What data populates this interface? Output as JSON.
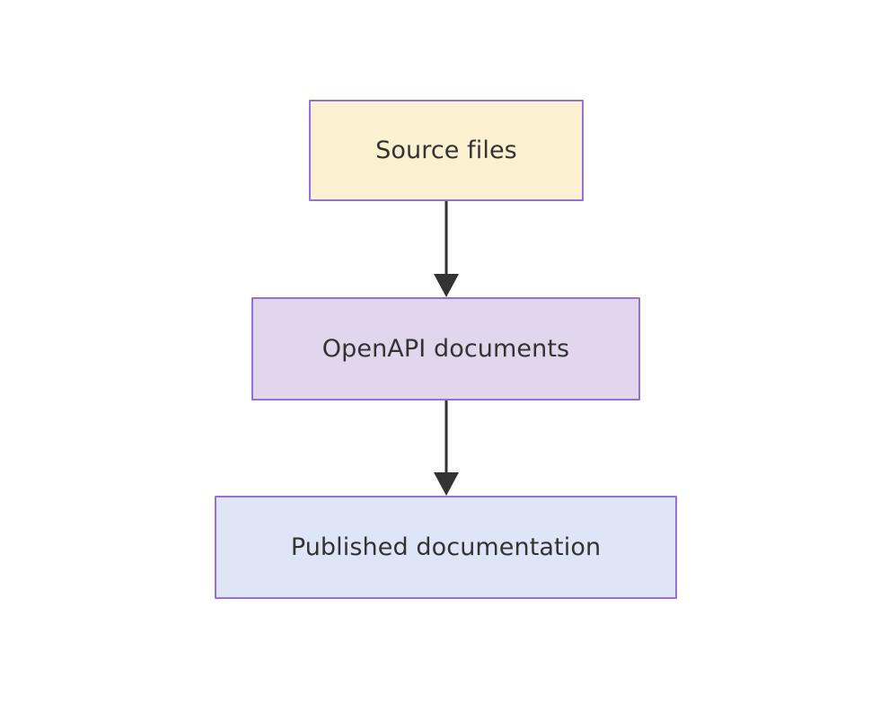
{
  "diagram": {
    "type": "flowchart",
    "direction": "top-to-bottom",
    "background_color": "#ffffff",
    "nodes": [
      {
        "id": "source-files",
        "label": "Source files",
        "fill_color": "#fbf0d0",
        "border_color": "#9670d9",
        "text_color": "#333333"
      },
      {
        "id": "openapi-documents",
        "label": "OpenAPI documents",
        "fill_color": "#e2d6ec",
        "border_color": "#9670d9",
        "text_color": "#333333"
      },
      {
        "id": "published-documentation",
        "label": "Published documentation",
        "fill_color": "#dde5f7",
        "border_color": "#9670d9",
        "text_color": "#333333"
      }
    ],
    "edges": [
      {
        "id": "edge-source-to-openapi",
        "from": "source-files",
        "to": "openapi-documents",
        "arrow": "down",
        "color": "#333333"
      },
      {
        "id": "edge-openapi-to-published",
        "from": "openapi-documents",
        "to": "published-documentation",
        "arrow": "down",
        "color": "#333333"
      }
    ]
  }
}
